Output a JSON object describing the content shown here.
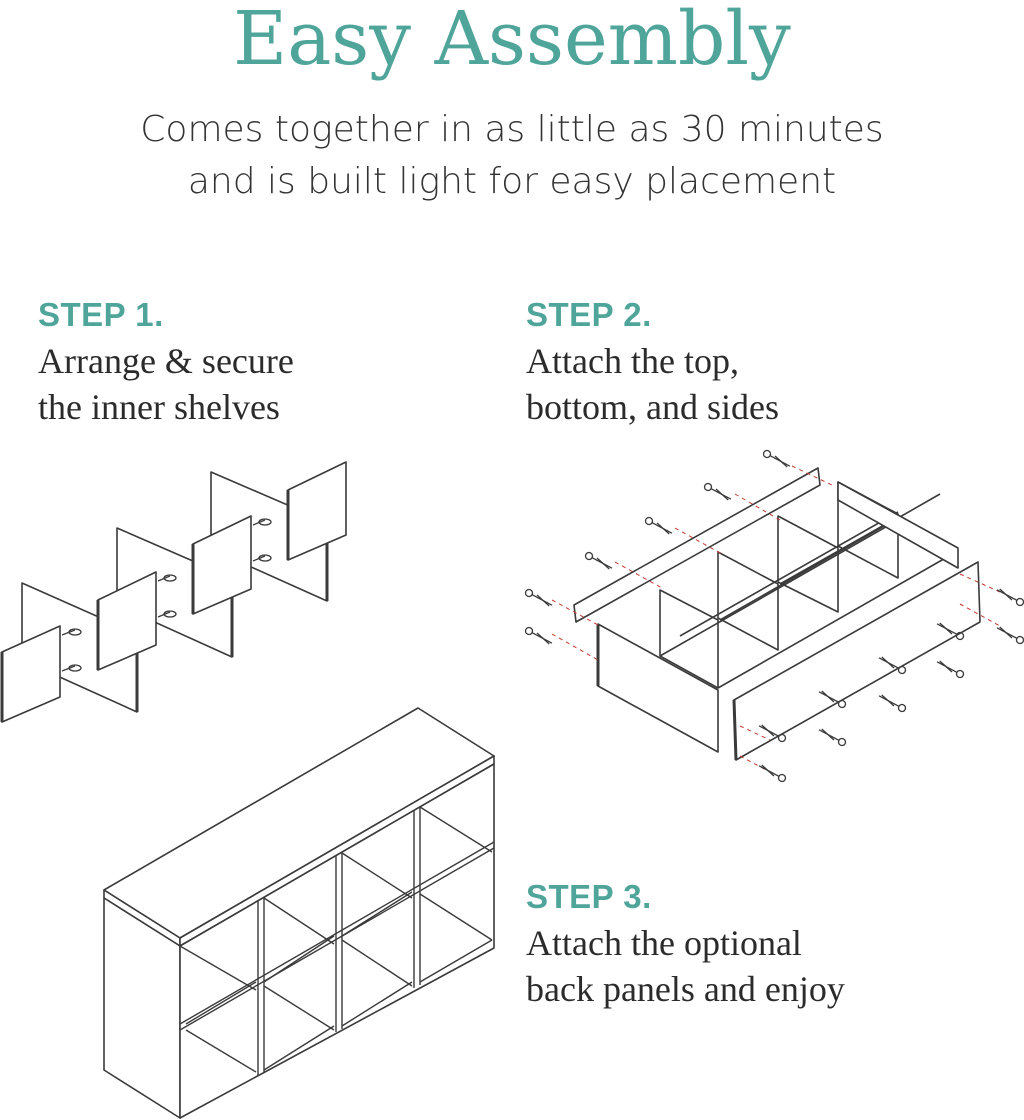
{
  "header": {
    "title": "Easy Assembly",
    "subtitle_line1": "Comes together in as little as 30 minutes",
    "subtitle_line2": "and is built light for easy placement"
  },
  "steps": [
    {
      "label": "STEP 1.",
      "line1": "Arrange & secure",
      "line2": "the inner shelves"
    },
    {
      "label": "STEP 2.",
      "line1": "Attach the top,",
      "line2": "bottom, and sides"
    },
    {
      "label": "STEP 3.",
      "line1": "Attach the optional",
      "line2": "back panels and enjoy"
    }
  ],
  "colors": {
    "accent": "#4fa59a",
    "text": "#2b2b2b",
    "line": "#3a3a3a",
    "guide": "#c0392b"
  }
}
